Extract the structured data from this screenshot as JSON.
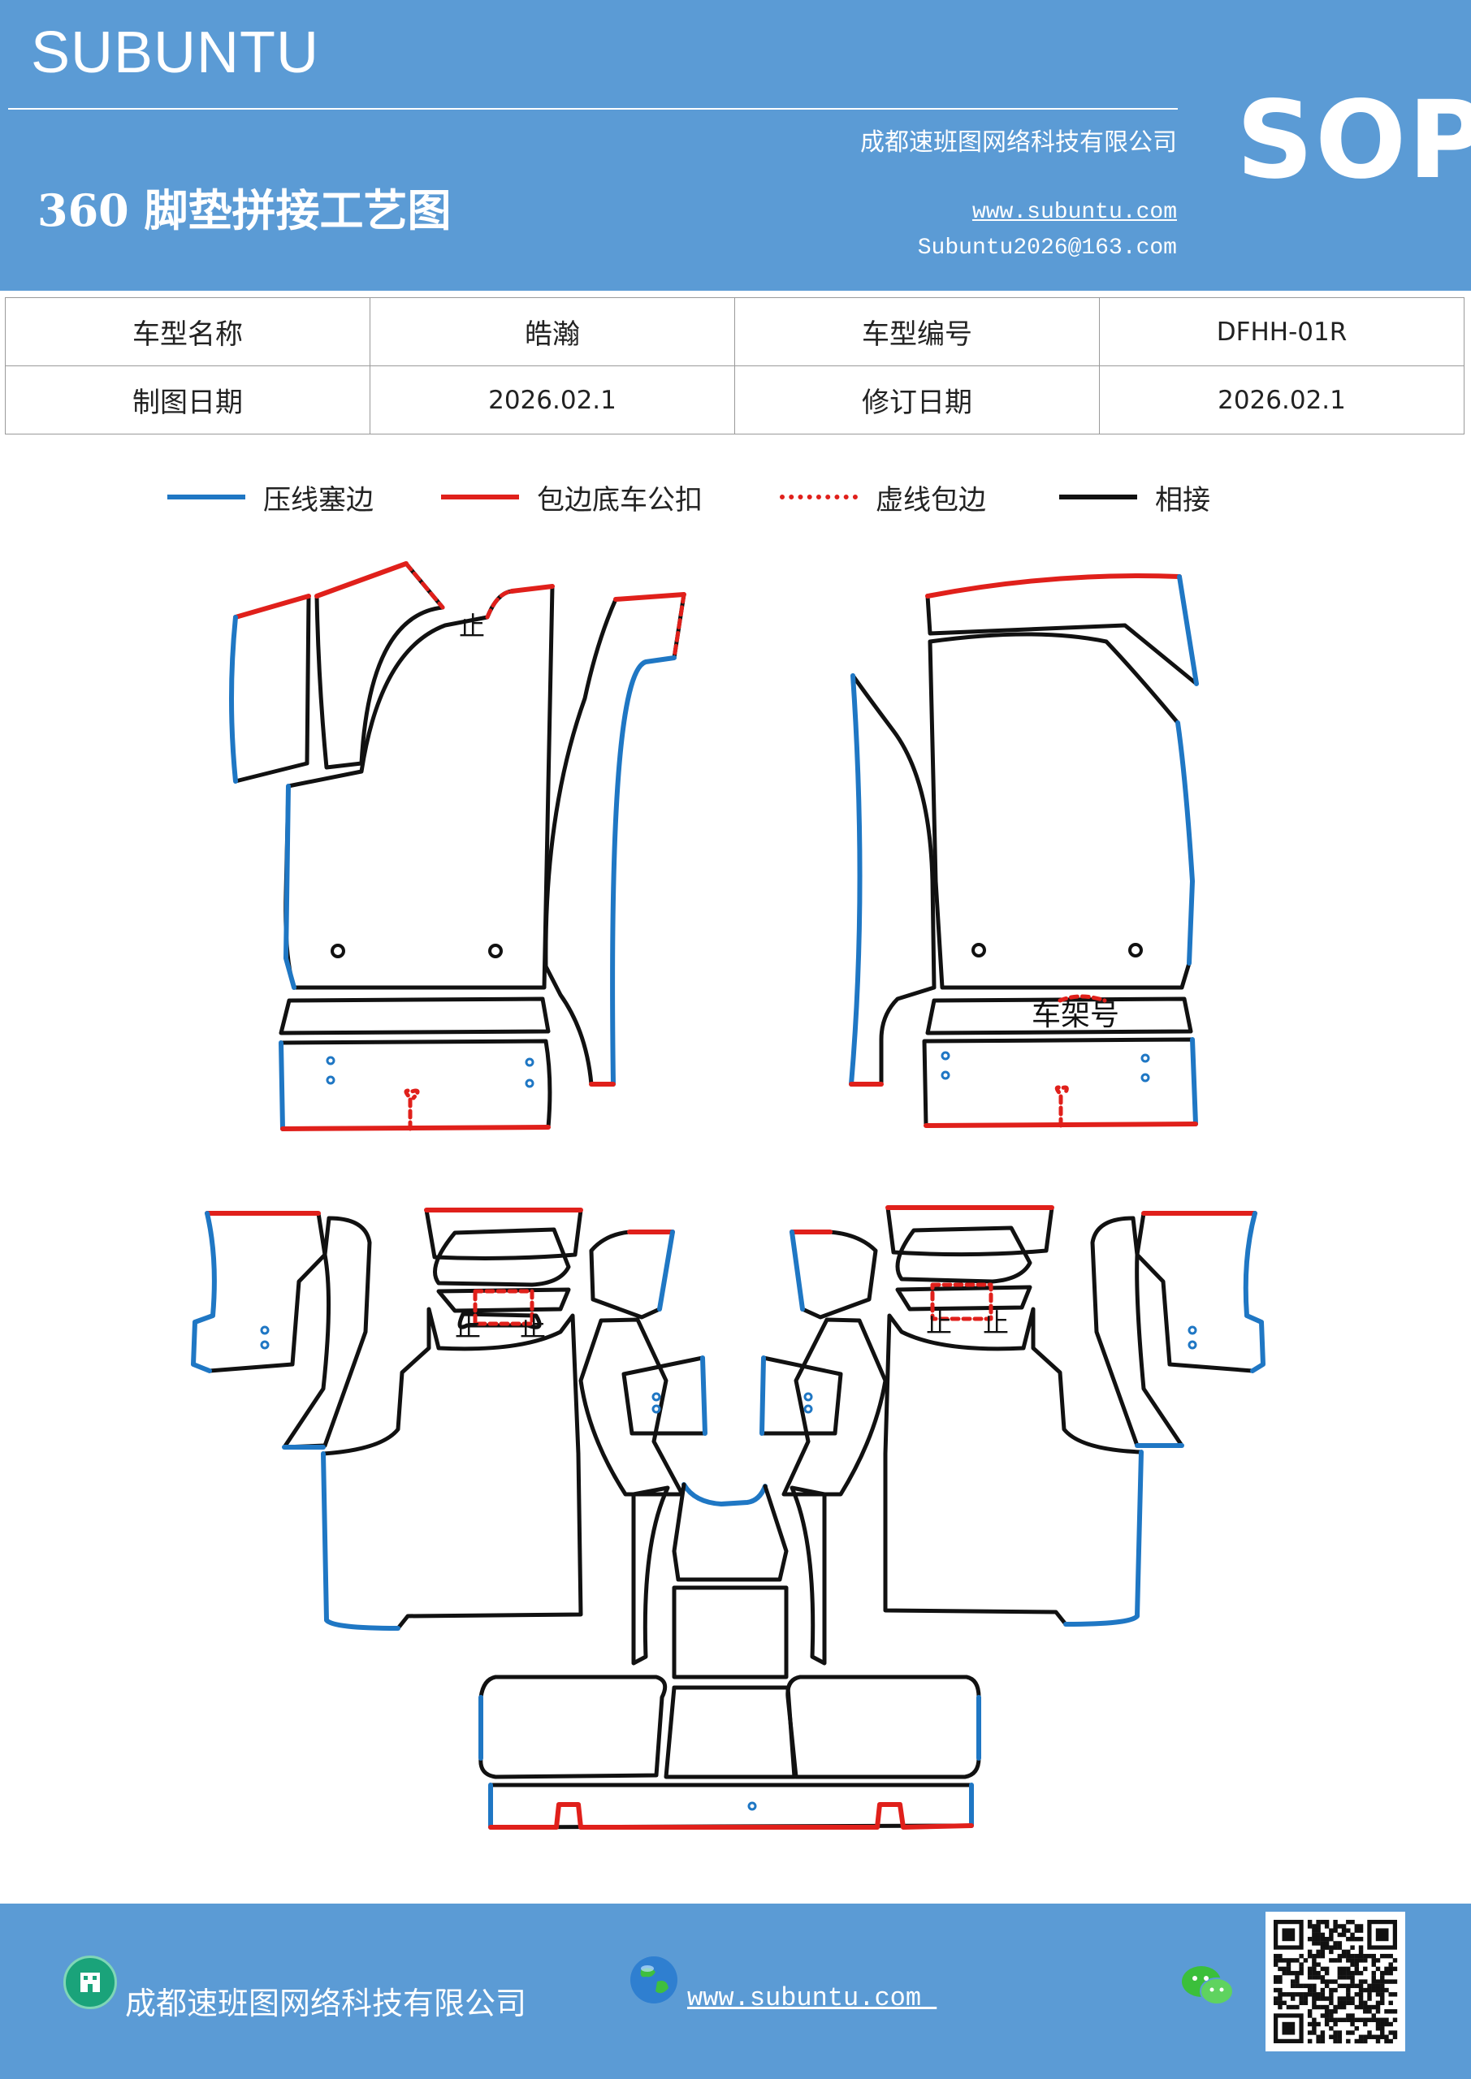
{
  "header": {
    "brand": "SUBUNTU",
    "company": "成都速班图网络科技有限公司",
    "title": "360 脚垫拼接工艺图",
    "website": "www.subuntu.com",
    "email": "Subuntu2026@163.com",
    "badge": "SOP"
  },
  "info": {
    "row1": {
      "model_name_label": "车型名称",
      "model_name": "皓瀚",
      "model_code_label": "车型编号",
      "model_code": "DFHH-01R"
    },
    "row2": {
      "draw_date_label": "制图日期",
      "draw_date": "2026.02.1",
      "revise_date_label": "修订日期",
      "revise_date": "2026.02.1"
    }
  },
  "legend": [
    {
      "label": "压线塞边",
      "color": "#1f77c4",
      "style": "solid"
    },
    {
      "label": "包边底车公扣",
      "color": "#e0201b",
      "style": "solid"
    },
    {
      "label": "虚线包边",
      "color": "#e0201b",
      "style": "dotted"
    },
    {
      "label": "相接",
      "color": "#111111",
      "style": "solid"
    }
  ],
  "diagram": {
    "vin_label": "车架号",
    "stitch_mark": "止"
  },
  "colors": {
    "header_bg": "#5b9bd5",
    "blue_edge": "#1f77c4",
    "red_edge": "#e0201b",
    "black_edge": "#111111"
  },
  "footer": {
    "company": "成都速班图网络科技有限公司",
    "website": "www.subuntu.com "
  }
}
